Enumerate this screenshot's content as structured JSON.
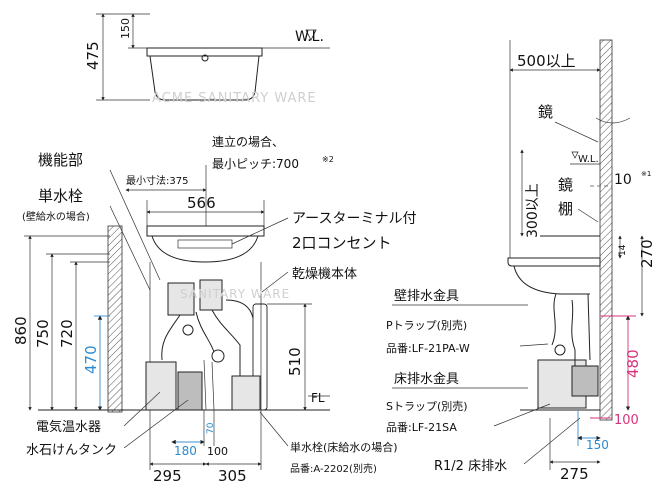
{
  "top": {
    "dim_475": "475",
    "dim_150": "150",
    "wl": "W.L."
  },
  "watermark": "ACME SANITARY WARE",
  "front": {
    "install_note_1": "連立の場合、",
    "install_note_2": "最小ピッチ:700",
    "install_note_sup": "※2",
    "min_size": "最小寸法:375",
    "width": "566",
    "label_kinou": "機能部",
    "label_tansuisen": "単水栓",
    "label_tansuisen_sub": "(壁給水の場合)",
    "label_outlet_1": "アースターミナル付",
    "label_outlet_2": "2口コンセント",
    "label_dryer": "乾燥機本体",
    "dim_860": "860",
    "dim_750": "750",
    "dim_720": "720",
    "dim_470": "470",
    "dim_510": "510",
    "fl": "FL",
    "label_heater": "電気温水器",
    "label_soap": "水石けんタンク",
    "dim_70": "70",
    "dim_180": "180",
    "dim_100": "100",
    "dim_295": "295",
    "dim_305": "305",
    "label_floor_faucet": "単水栓(床給水の場合)",
    "label_floor_faucet_part": "品番:A-2202(別売)"
  },
  "side": {
    "dim_500": "500以上",
    "label_mirror": "鏡",
    "wl": "W.L.",
    "dim_10": "10",
    "dim_10_sup": "※1",
    "label_mirror_shelf_1": "鏡",
    "label_mirror_shelf_2": "棚",
    "dim_300": "300以上",
    "dim_14": "14",
    "dim_270": "270",
    "label_wall_drain": "壁排水金具",
    "label_ptrap": "Pトラップ(別売)",
    "label_ptrap_part": "品番:LF-21PA-W",
    "dim_480": "480",
    "label_floor_drain": "床排水金具",
    "label_strap": "Sトラップ(別売)",
    "label_strap_part": "品番:LF-21SA",
    "dim_100": "100",
    "dim_150": "150",
    "label_r12": "R1/2 床排水",
    "dim_275": "275"
  },
  "colors": {
    "blue": "#2b8ad0",
    "pink": "#d6337a",
    "line": "#222222"
  }
}
